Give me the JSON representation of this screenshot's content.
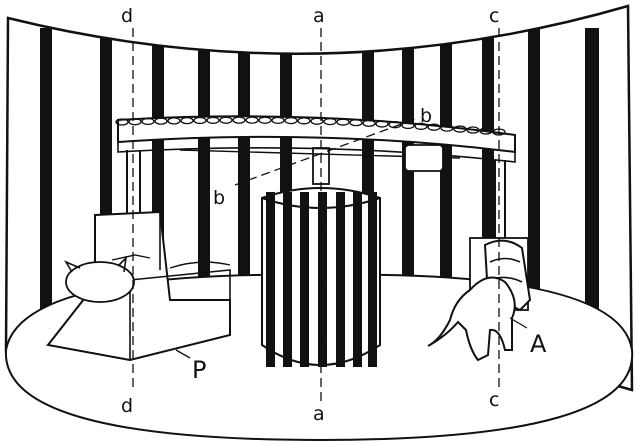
{
  "labels": {
    "axis_d": "d",
    "axis_a": "a",
    "axis_c": "c",
    "beam_b": "b",
    "kitten_P": "P",
    "kitten_A": "A"
  },
  "colors": {
    "ink": "#111111",
    "paper": "#ffffff"
  }
}
